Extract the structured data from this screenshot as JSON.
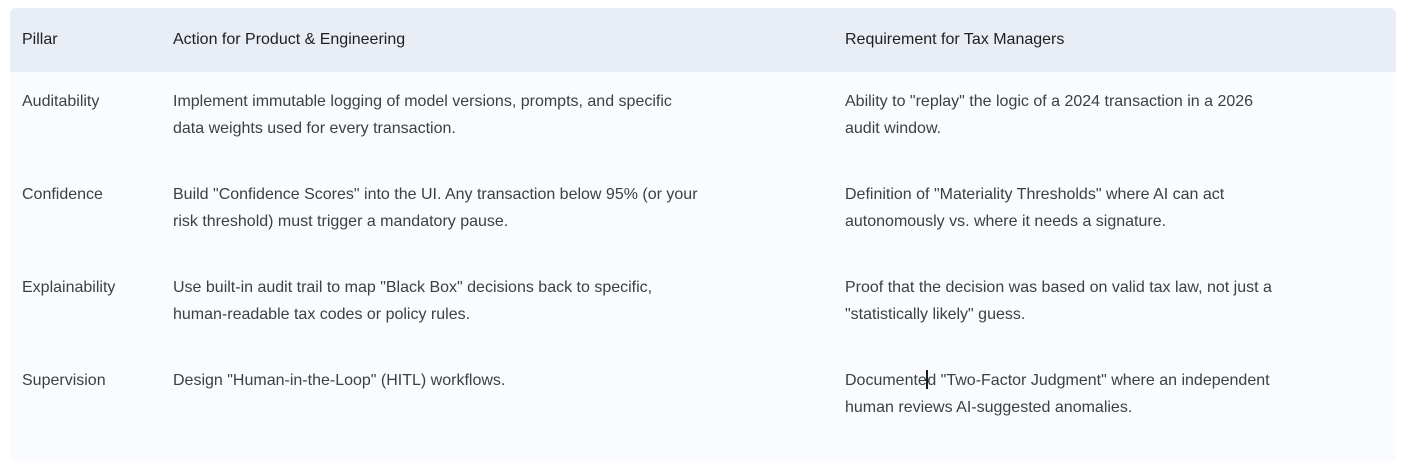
{
  "colors": {
    "header_bg": "#e8edf6",
    "body_bg": "#fafbfe",
    "page_bg": "#ffffff",
    "header_text": "#1f1f1f",
    "body_text": "#3c4043",
    "caret": "#1b1b1b"
  },
  "table": {
    "columns": [
      {
        "label": "Pillar"
      },
      {
        "label": "Action for Product & Engineering"
      },
      {
        "label": "Requirement for Tax Managers"
      }
    ],
    "rows": [
      {
        "pillar": "Auditability",
        "action": "Implement immutable logging of model versions, prompts, and specific\ndata weights used for every transaction.",
        "requirement": "Ability to \"replay\" the logic of a 2024 transaction in a 2026\naudit window."
      },
      {
        "pillar": "Confidence",
        "action": "Build \"Confidence Scores\" into the UI. Any transaction below 95% (or your\nrisk threshold) must trigger a mandatory pause.",
        "requirement": "Definition of \"Materiality Thresholds\" where AI can act\nautonomously vs. where it needs a signature."
      },
      {
        "pillar": "Explainability",
        "action": "Use built-in audit trail to map \"Black Box\" decisions back to specific,\nhuman-readable tax codes or policy rules.",
        "requirement": "Proof that the decision was based on valid tax law, not just a\n\"statistically likely\" guess."
      },
      {
        "pillar": "Supervision",
        "action": "Design \"Human-in-the-Loop\" (HITL) workflows.",
        "requirement_before_caret": "Documente",
        "requirement_after_caret": "d \"Two-Factor Judgment\" where an independent\nhuman reviews AI-suggested anomalies."
      }
    ]
  }
}
